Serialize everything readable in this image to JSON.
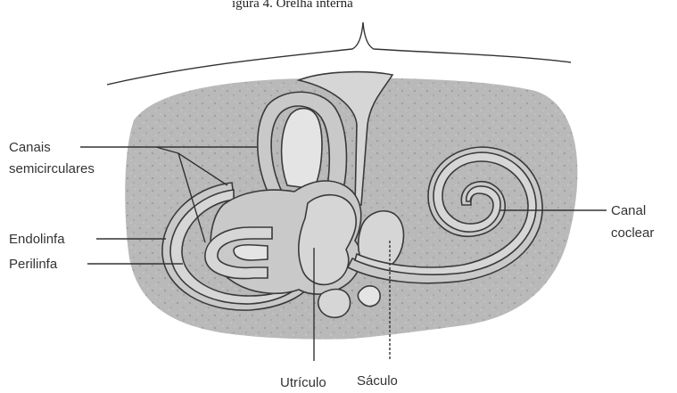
{
  "title": "igura 4. Orelha interna",
  "labels": {
    "canais_line1": "Canais",
    "canais_line2": "semicirculares",
    "endolinfa": "Endolinfa",
    "perilinfa": "Perilinfa",
    "canal_line1": "Canal",
    "canal_line2": "coclear",
    "utriculo": "Utrículo",
    "saculo": "Sáculo"
  },
  "colors": {
    "bone": "#b9b9b9",
    "perilymph": "#c9c9c9",
    "endolymph": "#d6d6d6",
    "outline": "#3a3a3a"
  }
}
